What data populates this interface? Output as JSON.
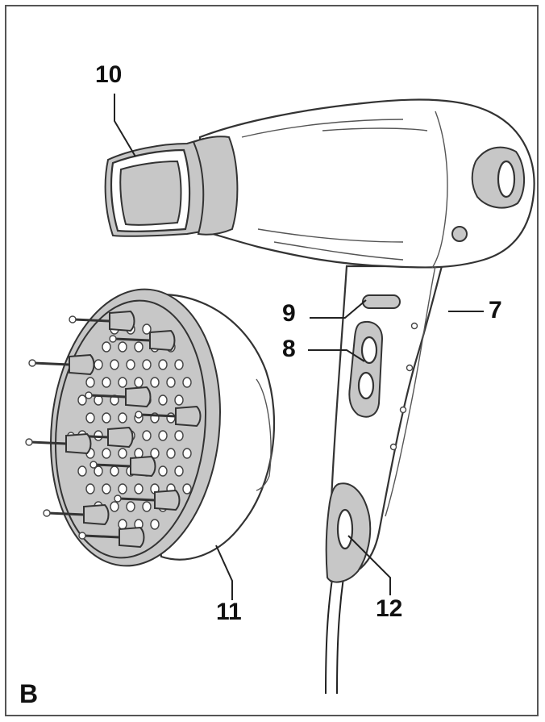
{
  "figure": {
    "panel_label": "B",
    "callouts": {
      "c10": "10",
      "c9": "9",
      "c8": "8",
      "c7": "7",
      "c11": "11",
      "c12": "12"
    }
  },
  "colors": {
    "line": "#333333",
    "part_fill": "#c7c7c7",
    "body_fill": "#ffffff"
  },
  "icons": [
    "hair-dryer-illustration",
    "diffuser-attachment-illustration"
  ]
}
